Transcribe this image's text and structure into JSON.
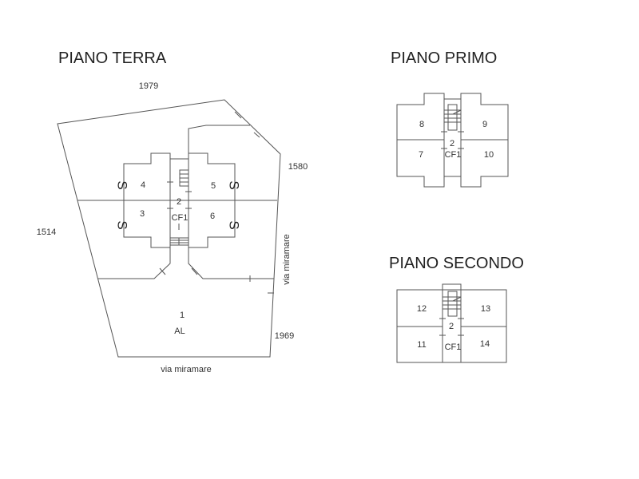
{
  "titles": {
    "ground": "PIANO TERRA",
    "first": "PIANO PRIMO",
    "second": "PIANO SECONDO"
  },
  "ground_floor": {
    "parcels": {
      "top": "1979",
      "right": "1580",
      "left": "1514",
      "bottom_right": "1969"
    },
    "streets": {
      "bottom": "via miramare",
      "right": "via miramare"
    },
    "units": {
      "u4": "4",
      "u5": "5",
      "u3": "3",
      "u6": "6",
      "core_num": "2",
      "core_code": "CF1",
      "yard_num": "1",
      "yard_code": "AL"
    },
    "symbol": "S"
  },
  "first_floor": {
    "units": {
      "u8": "8",
      "u9": "9",
      "u7": "7",
      "u10": "10",
      "core_num": "2",
      "core_code": "CF1"
    }
  },
  "second_floor": {
    "units": {
      "u12": "12",
      "u13": "13",
      "u11": "11",
      "u14": "14",
      "core_num": "2",
      "core_code": "CF1"
    }
  }
}
